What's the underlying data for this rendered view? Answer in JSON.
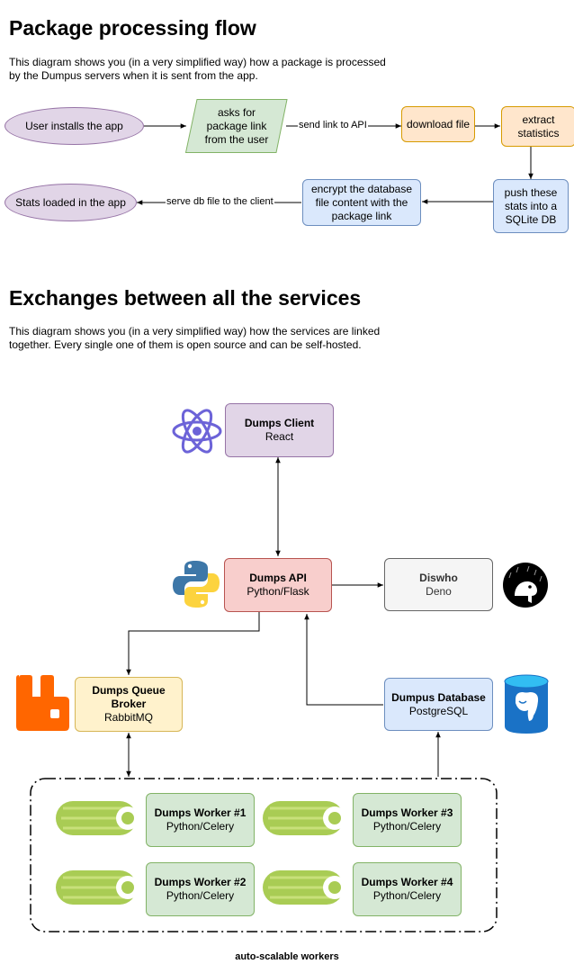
{
  "section1": {
    "title": "Package processing flow",
    "description": "This diagram shows you (in a very simplified way) how a package is processed by the Dumpus servers when it is sent from the app.",
    "nodes": {
      "user_installs": "User installs the app",
      "asks_link": "asks for package link from the user",
      "download": "download file",
      "extract": "extract statistics",
      "push": "push these stats into a SQLite DB",
      "encrypt": "encrypt the database file content with the package link",
      "stats_loaded": "Stats loaded in the app"
    },
    "edges": {
      "send_link": "send link to API",
      "serve_db": "serve db file to the client"
    }
  },
  "section2": {
    "title": "Exchanges between all the services",
    "description": "This diagram shows you (in a very simplified way) how the services are linked together. Every single one of them is open source and can be self-hosted.",
    "services": {
      "client": {
        "name": "Dumps Client",
        "tech": "React",
        "icon": "react-icon"
      },
      "api": {
        "name": "Dumps API",
        "tech": "Python/Flask",
        "icon": "python-icon"
      },
      "diswho": {
        "name": "Diswho",
        "tech": "Deno",
        "icon": "deno-icon"
      },
      "queue": {
        "name": "Dumps Queue Broker",
        "tech": "RabbitMQ",
        "icon": "rabbitmq-icon"
      },
      "database": {
        "name": "Dumpus Database",
        "tech": "PostgreSQL",
        "icon": "postgresql-icon"
      }
    },
    "workers": [
      {
        "name": "Dumps Worker #1",
        "tech": "Python/Celery"
      },
      {
        "name": "Dumps Worker #2",
        "tech": "Python/Celery"
      },
      {
        "name": "Dumps Worker #3",
        "tech": "Python/Celery"
      },
      {
        "name": "Dumps Worker #4",
        "tech": "Python/Celery"
      }
    ],
    "worker_icon": "celery-icon",
    "group_label": "auto-scalable workers"
  },
  "colors": {
    "purple_fill": "#e1d5e7",
    "green_fill": "#d5e8d4",
    "orange_fill": "#ffe6cc",
    "blue_fill": "#dae8fc",
    "red_fill": "#f8cecc",
    "yellow_fill": "#fff2cc",
    "gray_fill": "#f5f5f5",
    "rabbitmq_orange": "#ff6600",
    "celery_green": "#a9cc54",
    "react_purple": "#6c63d8"
  }
}
